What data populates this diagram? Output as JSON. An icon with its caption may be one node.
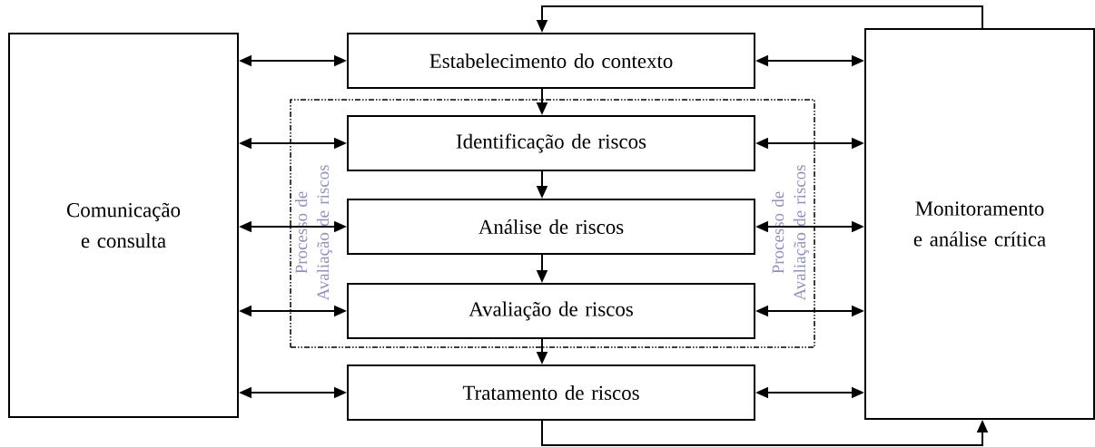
{
  "diagram": {
    "nodes": [
      {
        "text": [
          "Comunicação e consulta"
        ]
      },
      {
        "text": [
          "Estabelecimento do contexto"
        ]
      },
      {
        "text": [
          "Processo de Avaliação de riscos",
          "Processo de Avaliação de riscos"
        ]
      },
      {
        "text": [
          "Identificação de riscos"
        ],
        "in": 2
      },
      {
        "text": [
          "Análise de riscos"
        ],
        "in": 2
      },
      {
        "text": [
          "Avaliação de riscos"
        ],
        "in": 2
      },
      {
        "text": [
          "Tratamento de riscos"
        ]
      },
      {
        "text": [
          "Monitoramento e análise crítica"
        ]
      }
    ],
    "edges": [
      {
        "from": 0,
        "to": 1,
        "arrow": "both"
      },
      {
        "from": 0,
        "to": 3,
        "arrow": "both"
      },
      {
        "from": 0,
        "to": 4,
        "arrow": "both"
      },
      {
        "from": 0,
        "to": 5,
        "arrow": "both"
      },
      {
        "from": 0,
        "to": 6,
        "arrow": "both"
      },
      {
        "from": 1,
        "to": 7,
        "arrow": "both"
      },
      {
        "from": 3,
        "to": 7,
        "arrow": "both"
      },
      {
        "from": 4,
        "to": 7,
        "arrow": "both"
      },
      {
        "from": 5,
        "to": 7,
        "arrow": "both"
      },
      {
        "from": 6,
        "to": 7,
        "arrow": "both"
      },
      {
        "from": 1,
        "to": 3,
        "arrow": "to"
      },
      {
        "from": 3,
        "to": 4,
        "arrow": "to"
      },
      {
        "from": 4,
        "to": 5,
        "arrow": "to"
      },
      {
        "from": 5,
        "to": 6,
        "arrow": "to"
      },
      {
        "from": 7,
        "to": 1,
        "arrow": "to"
      },
      {
        "from": 6,
        "to": 7,
        "arrow": "to"
      }
    ]
  }
}
